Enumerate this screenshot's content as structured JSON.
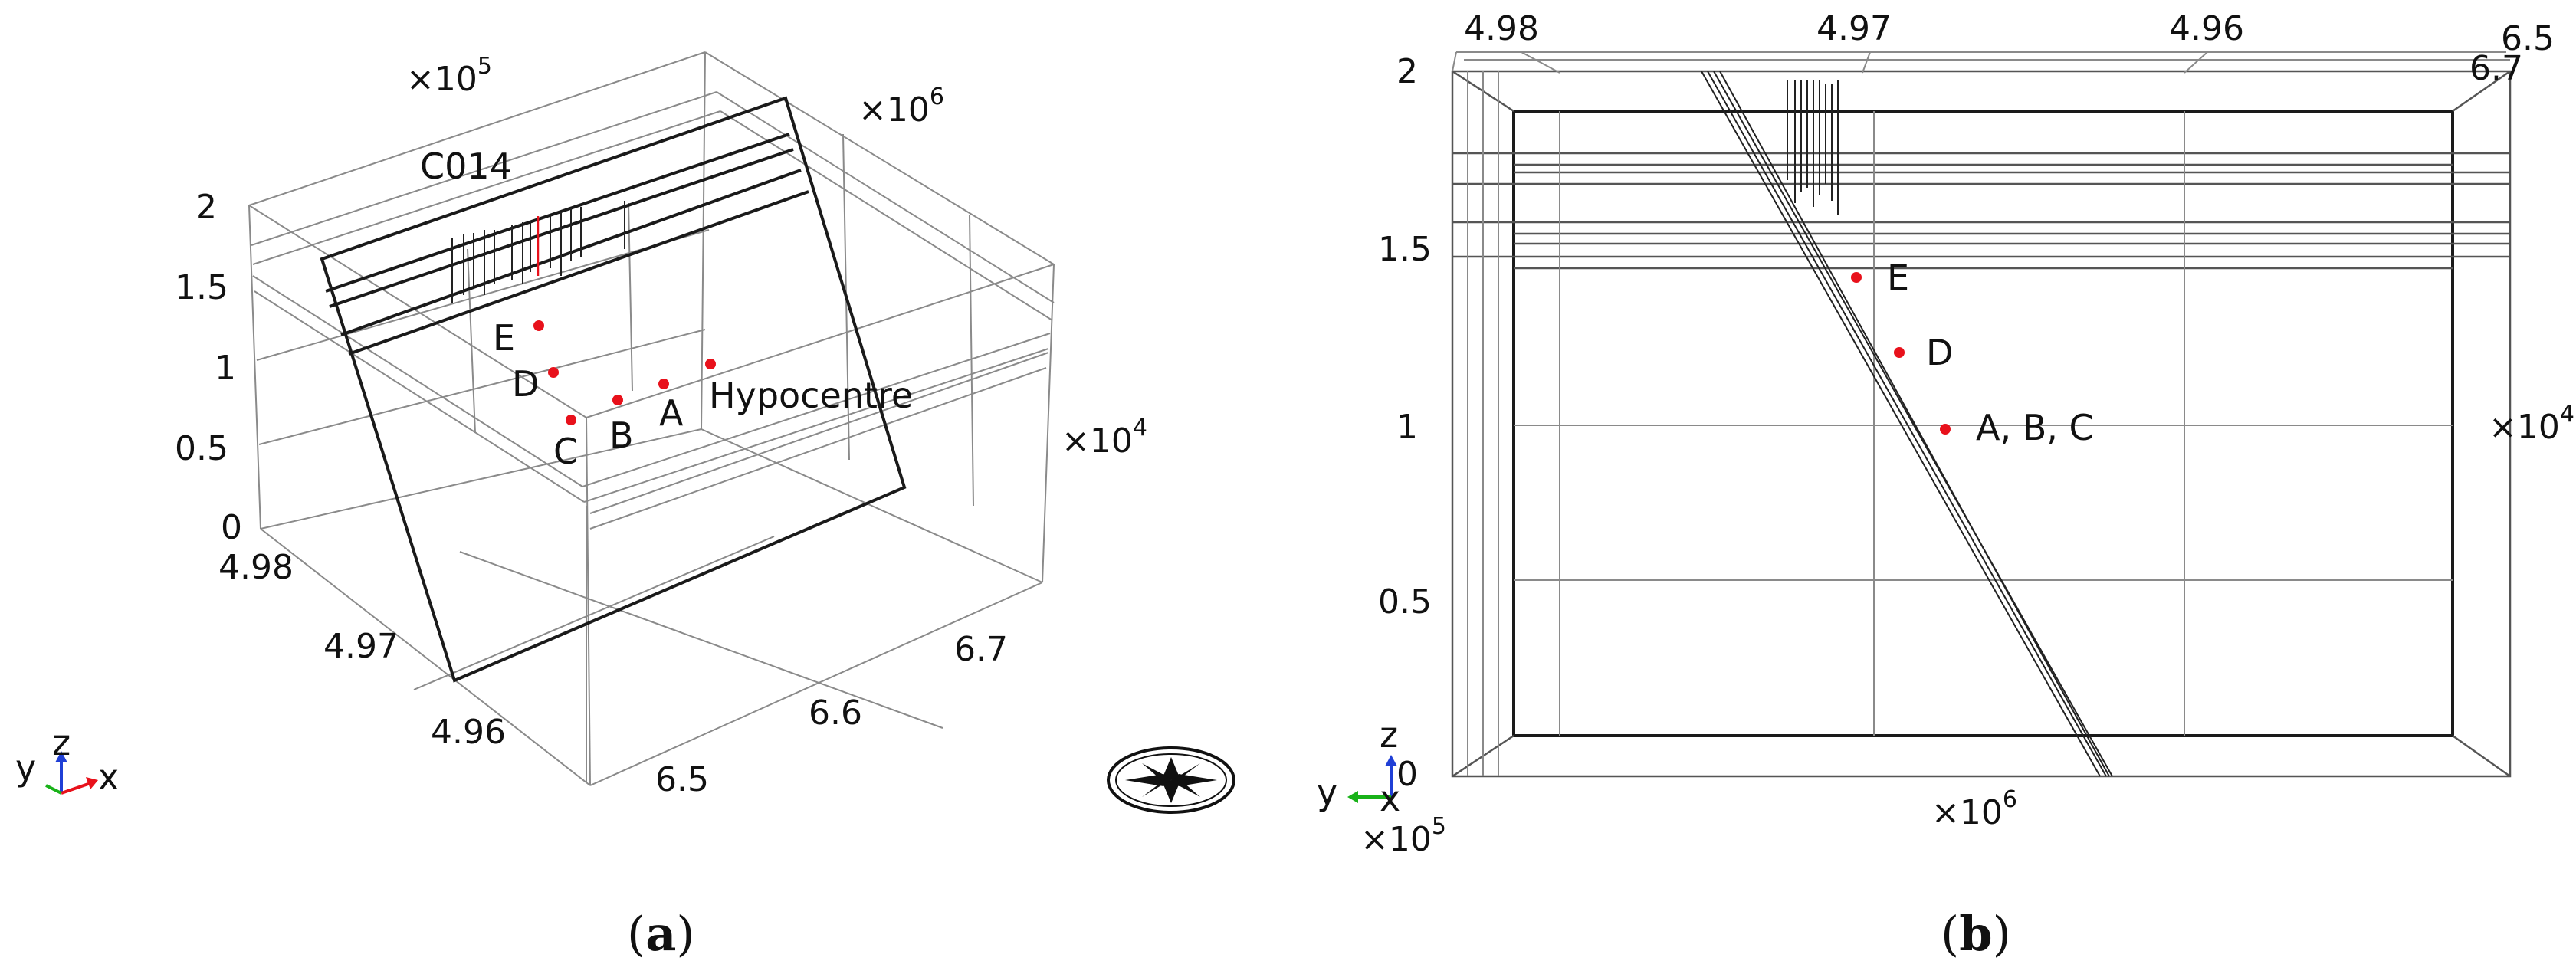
{
  "panel_a": {
    "caption_letter": "a",
    "z_exponent": "×10",
    "z_exponent_power": "5",
    "y_exponent": "×10",
    "y_exponent_power": "6",
    "x_exponent": "×10",
    "x_exponent_power": "4",
    "z_ticks": [
      "2",
      "1.5",
      "1",
      "0.5",
      "0"
    ],
    "y_ticks": [
      "4.98",
      "4.97",
      "4.96"
    ],
    "x_ticks": [
      "6.5",
      "6.6",
      "6.7"
    ],
    "well_label": "C014",
    "points": [
      {
        "label": "E"
      },
      {
        "label": "D"
      },
      {
        "label": "C"
      },
      {
        "label": "B"
      },
      {
        "label": "A"
      },
      {
        "label": "Hypocentre"
      }
    ],
    "axis_triad": {
      "y": "y",
      "z": "z",
      "x": "x"
    }
  },
  "panel_b": {
    "caption_letter": "b",
    "top_ticks": [
      "4.98",
      "4.97",
      "4.96"
    ],
    "top_right_ticks": [
      "6.5",
      "6.7"
    ],
    "left_ticks": [
      "2",
      "1.5",
      "1",
      "0.5",
      "0"
    ],
    "right_exponent": "×10",
    "right_exponent_power": "4",
    "bottom_exponent": "×10",
    "bottom_exponent_power": "6",
    "left_exponent": "×10",
    "left_exponent_power": "5",
    "points": [
      {
        "label": "E"
      },
      {
        "label": "D"
      },
      {
        "label": "A, B, C"
      }
    ],
    "axis_triad": {
      "y": "y",
      "z": "z",
      "x": "x"
    }
  },
  "colors": {
    "point": "#e8111b",
    "frame": "#1a1a1a",
    "grid": "#8a8a8a",
    "triad_x": "#e8111b",
    "triad_y": "#19b219",
    "triad_z": "#1f3fd6"
  }
}
